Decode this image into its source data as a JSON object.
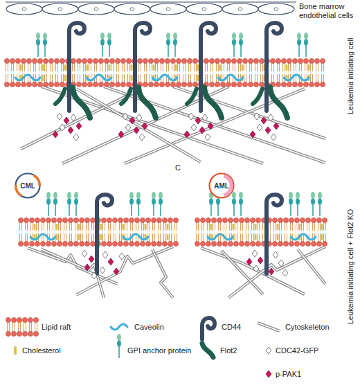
{
  "diagram": {
    "nodes": [
      {
        "text": [
          "CML"
        ]
      },
      {
        "text": [
          "AML"
        ]
      }
    ],
    "labels": [
      "Bone marrow endothelial cells",
      "Leukemia initiating cell",
      "C",
      "Leukemia initiating cell + Flot2 KO"
    ],
    "legend": [
      {
        "text": "Lipid raft"
      },
      {
        "text": "Caveolin"
      },
      {
        "text": "CD44"
      },
      {
        "text": "Cytoskeleton"
      },
      {
        "text": "Cholesterol"
      },
      {
        "text": "GPI anchor protein"
      },
      {
        "text": "Flot2"
      },
      {
        "text": "CDC42-GFP"
      },
      {
        "text": "p-PAK1"
      }
    ]
  }
}
